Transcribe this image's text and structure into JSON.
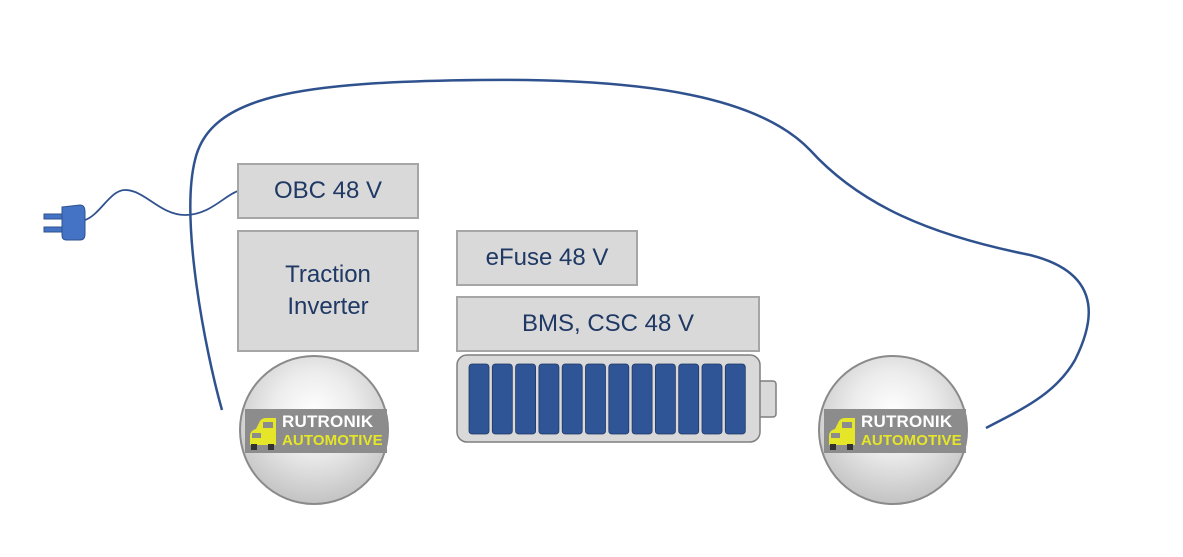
{
  "boxes": {
    "obc": "OBC 48 V",
    "traction_inverter": "Traction\nInverter",
    "efuse": "eFuse 48 V",
    "bms": "BMS, CSC 48 V"
  },
  "battery": {
    "cell_count": 12,
    "cell_color": "#2f5597",
    "case_color": "#d9d9d9"
  },
  "wheel_logo": {
    "line1": "RUTRONIK",
    "line2": "AUTOMOTIVE",
    "text_color": "#ffffff",
    "accent_color": "#e6e629"
  },
  "colors": {
    "outline": "#2f528f",
    "box_fill": "#d9d9d9",
    "box_text": "#1f3864",
    "plug": "#4472c4"
  },
  "icons": [
    "charging-plug-icon",
    "car-icon"
  ]
}
